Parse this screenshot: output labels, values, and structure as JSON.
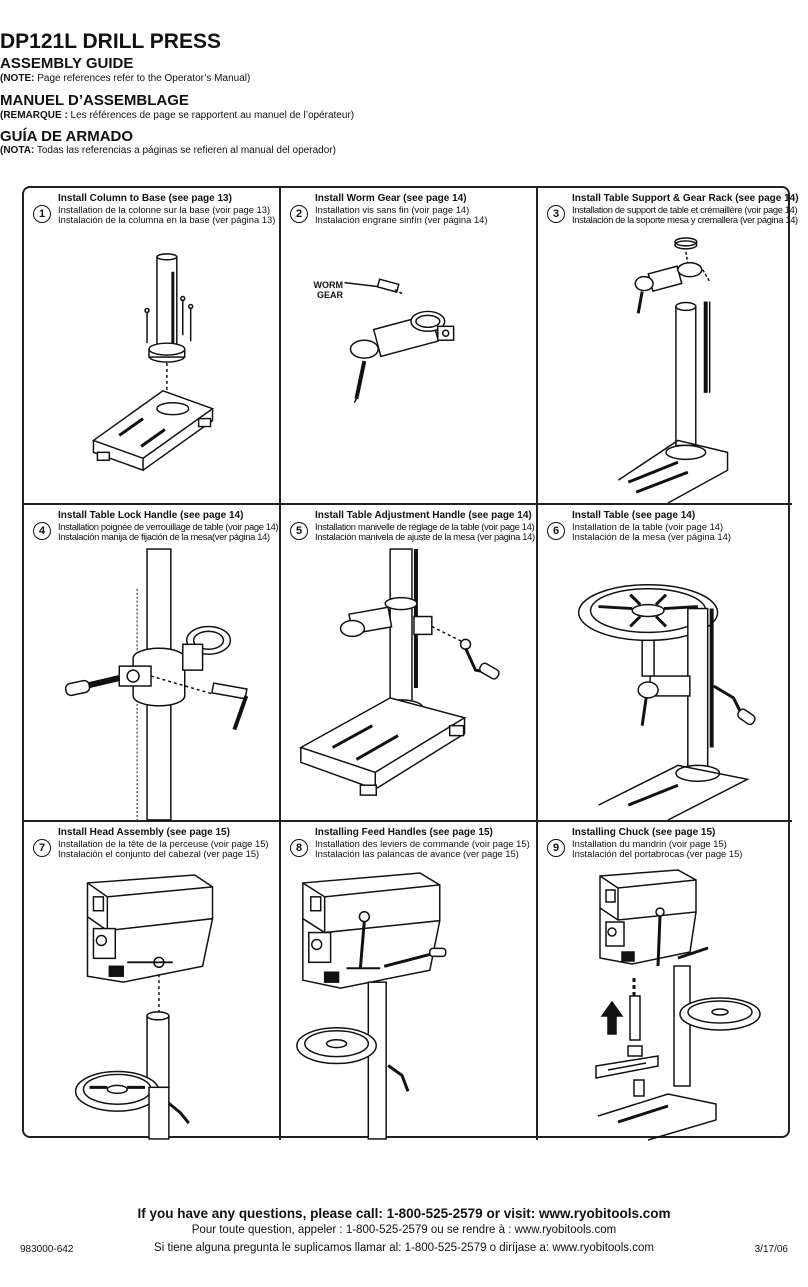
{
  "header": {
    "title": "DP121L DRILL PRESS",
    "en_heading": "ASSEMBLY GUIDE",
    "en_note_label": "(NOTE:",
    "en_note_text": " Page references refer to the Operator’s Manual)",
    "fr_heading": "MANUEL D’ASSEMBLAGE",
    "fr_note_label": "(REMARQUE :",
    "fr_note_text": " Les références de page se rapportent au manuel de l’opérateur)",
    "es_heading": "GUÍA DE ARMADO",
    "es_note_label": "(NOTA:",
    "es_note_text": " Todas las referencias a páginas se refieren al manual del operador)"
  },
  "steps": [
    {
      "number": "1",
      "en": "Install Column to Base  (see page 13)",
      "fr": "Installation de la colonne sur la base (voir page 13)",
      "es": "Instalación de la columna en la base (ver página 13)"
    },
    {
      "number": "2",
      "en": "Install Worm Gear (see page 14)",
      "fr": "Installation vis sans fin (voir page 14)",
      "es": "Instalación engrane sinfín (ver página 14)",
      "callout": [
        "WORM",
        "GEAR"
      ]
    },
    {
      "number": "3",
      "en": "Install Table Support & Gear Rack (see page 14)",
      "fr": "Installation de support de table et crémaillère (voir page 14)",
      "es": "Instalación de la soporte mesa y cremallera (ver página 14)"
    },
    {
      "number": "4",
      "en": "Install Table Lock Handle (see page 14)",
      "fr": "Installation poignée de verrouillage de table (voir page 14)",
      "es": "Instalación manija de fijación de la mesa(ver página 14)"
    },
    {
      "number": "5",
      "en": "Install Table Adjustment Handle (see page 14)",
      "fr": "Installation manivelle de réglage de la table (voir page 14)",
      "es": "Instalación manivela de ajuste de la mesa (ver página 14)"
    },
    {
      "number": "6",
      "en": "Install Table (see page 14)",
      "fr": "Installation de la table (voir page 14)",
      "es": "Instalación de la mesa (ver página 14)"
    },
    {
      "number": "7",
      "en": "Install Head Assembly (see page 15)",
      "fr": "Installation de la tête de la perceuse (voir page 15)",
      "es": "Instalación el conjunto del cabezal (ver page 15)"
    },
    {
      "number": "8",
      "en": "Installing Feed Handles (see page 15)",
      "fr": "Installation des leviers de commande (voir page 15)",
      "es": "Instalación las palancas de avance (ver page 15)"
    },
    {
      "number": "9",
      "en": "Installing Chuck (see page 15)",
      "fr": "Installation du mandrin (voir page 15)",
      "es": "Instalación del portabrocas (ver page 15)"
    }
  ],
  "footer": {
    "en": "If you have any questions, please call: 1-800-525-2579 or visit: www.ryobitools.com",
    "fr": "Pour toute question, appeler : 1-800-525-2579 ou se rendre à : www.ryobitools.com",
    "es": "Si tiene alguna pregunta le suplicamos llamar al: 1-800-525-2579 o diríjase a:  www.ryobitools.com",
    "doc_code": "983000-642",
    "date": "3/17/06"
  }
}
